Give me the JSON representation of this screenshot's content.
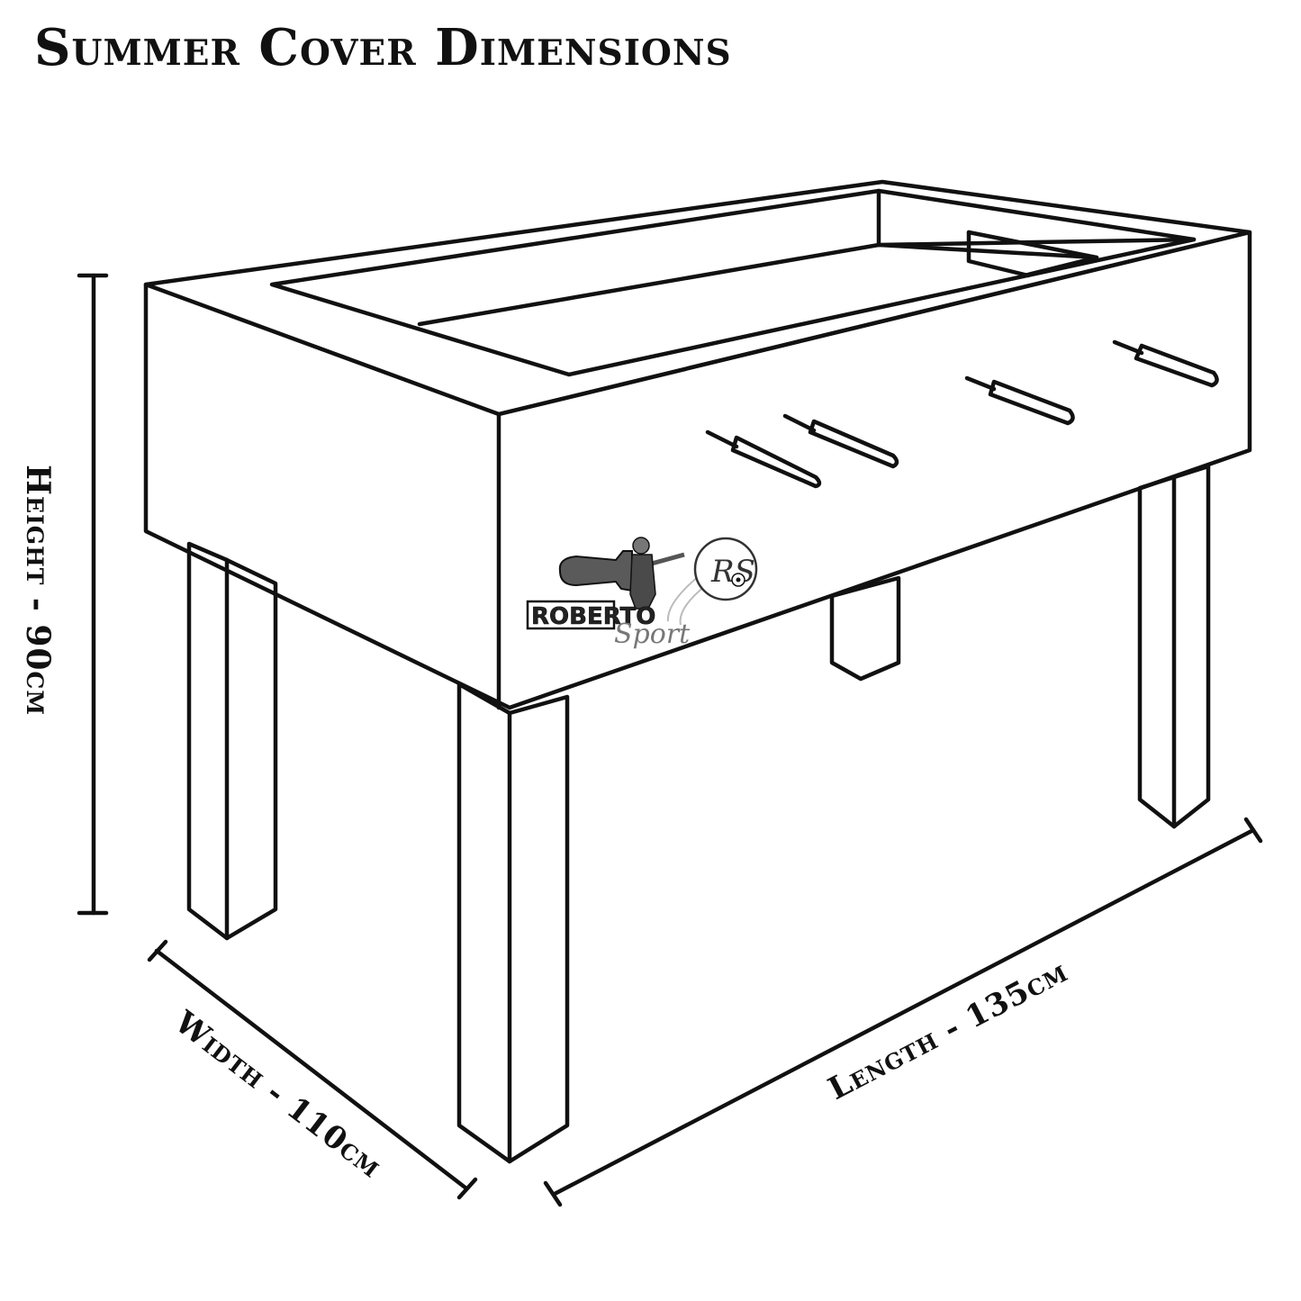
{
  "title": "Summer Cover Dimensions",
  "dimensions": {
    "height": "Height - 90cm",
    "width": "Width - 110cm",
    "length": "Length - 135cm"
  },
  "logo": {
    "brand": "ROBERTO",
    "script": "Sport",
    "monogram": "RS"
  },
  "colors": {
    "line": "#111111",
    "background": "#ffffff"
  },
  "icons": [
    "foosball-table-drawing",
    "roberto-sport-logo",
    "soccer-ball-icon",
    "player-figure-icon"
  ]
}
